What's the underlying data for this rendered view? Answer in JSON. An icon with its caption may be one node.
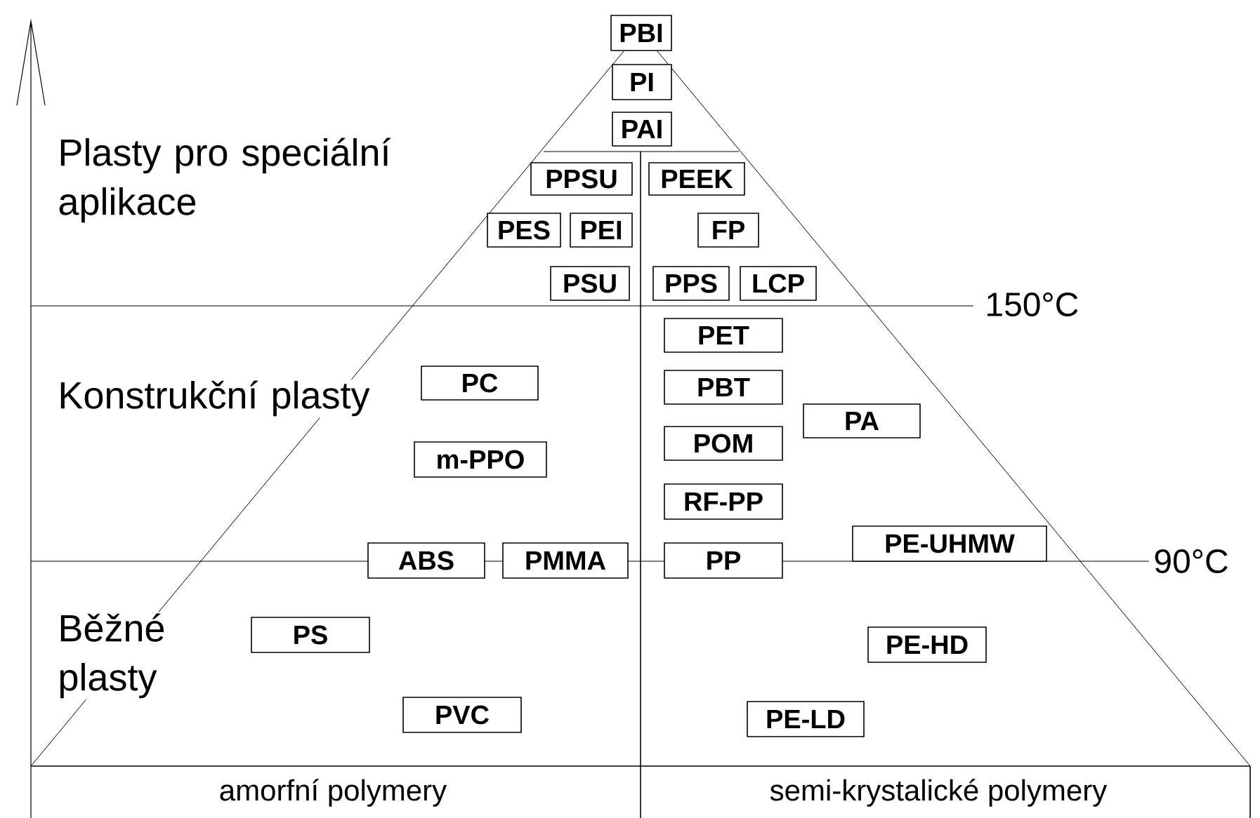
{
  "diagram": {
    "nodes": [
      {
        "text": [
          "PBI"
        ]
      },
      {
        "text": [
          "PI"
        ]
      },
      {
        "text": [
          "PAI"
        ]
      },
      {
        "text": [
          "PPSU"
        ]
      },
      {
        "text": [
          "PEEK"
        ]
      },
      {
        "text": [
          "PES"
        ]
      },
      {
        "text": [
          "PEI"
        ]
      },
      {
        "text": [
          "FP"
        ]
      },
      {
        "text": [
          "PSU"
        ]
      },
      {
        "text": [
          "PPS"
        ]
      },
      {
        "text": [
          "LCP"
        ]
      },
      {
        "text": [
          "PET"
        ]
      },
      {
        "text": [
          "PC"
        ]
      },
      {
        "text": [
          "PBT"
        ]
      },
      {
        "text": [
          "PA"
        ]
      },
      {
        "text": [
          "POM"
        ]
      },
      {
        "text": [
          "m-PPO"
        ]
      },
      {
        "text": [
          "RF-PP"
        ]
      },
      {
        "text": [
          "PE-UHMW"
        ]
      },
      {
        "text": [
          "ABS"
        ]
      },
      {
        "text": [
          "PMMA"
        ]
      },
      {
        "text": [
          "PP"
        ]
      },
      {
        "text": [
          "PS"
        ]
      },
      {
        "text": [
          "PE-HD"
        ]
      },
      {
        "text": [
          "PVC"
        ]
      },
      {
        "text": [
          "PE-LD"
        ]
      }
    ],
    "labels": [
      "Plasty pro speciální aplikace",
      "150°C",
      "Konstrukční plasty",
      "90°C",
      "Běžné plasty",
      "amorfní polymery",
      "semi-krystalické polymery"
    ]
  }
}
